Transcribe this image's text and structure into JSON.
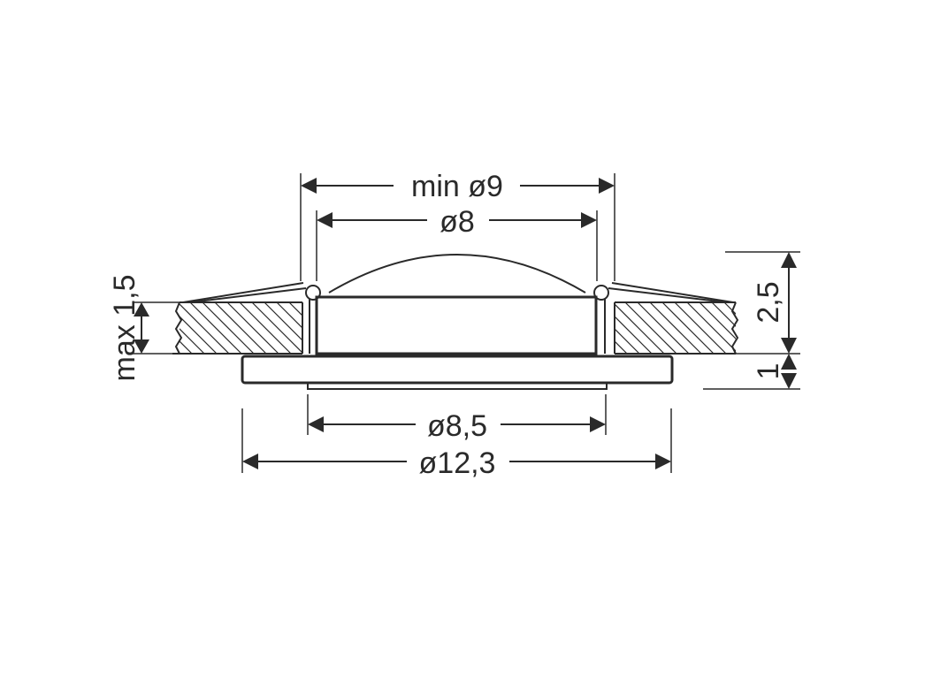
{
  "dimensions": {
    "min_diameter_9": "min ø9",
    "diameter_8": "ø8",
    "diameter_8_5": "ø8,5",
    "diameter_12_3": "ø12,3",
    "max_1_5": "max 1,5",
    "height_2_5": "2,5",
    "height_1": "1"
  },
  "colors": {
    "line": "#2a2a2a",
    "background": "#ffffff"
  }
}
